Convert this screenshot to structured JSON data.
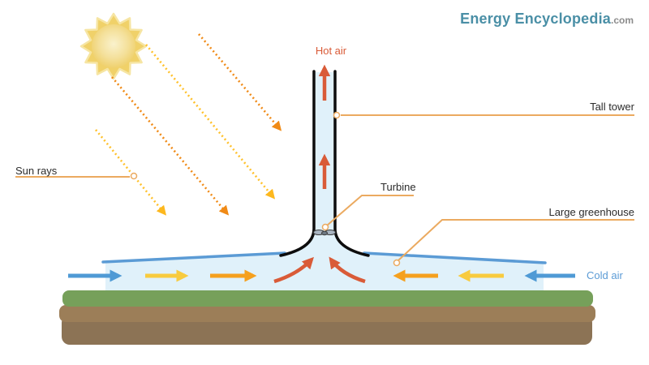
{
  "logo": {
    "name": "Energy Encyclopedia",
    "tld": ".com"
  },
  "labels": {
    "hot_air": "Hot air",
    "tall_tower": "Tall tower",
    "turbine": "Turbine",
    "sun_rays": "Sun rays",
    "large_greenhouse": "Large greenhouse",
    "cold_air": "Cold air"
  },
  "icons": {
    "sun": "sun-icon",
    "turbine": "turbine-propeller-icon"
  },
  "colors": {
    "hot_air_red": "#d95b38",
    "cold_air_blue": "#4f9ad5",
    "roof_blue": "#5b9bd5",
    "warm_yellow": "#f8cb3f",
    "warm_orange": "#f5a01e",
    "ray_yellow": "#ffc12b",
    "ray_orange": "#f08a16",
    "leader_orange": "#ebaa60",
    "air_fill": "#e0f1fa",
    "sun_gold": "#f0d169",
    "grass_green": "#76a05a",
    "soil_light_brown": "#9c7e58",
    "soil_dark_brown": "#8c7355",
    "brand_teal": "#4a8fa6",
    "label_text": "#2b2b2b"
  }
}
